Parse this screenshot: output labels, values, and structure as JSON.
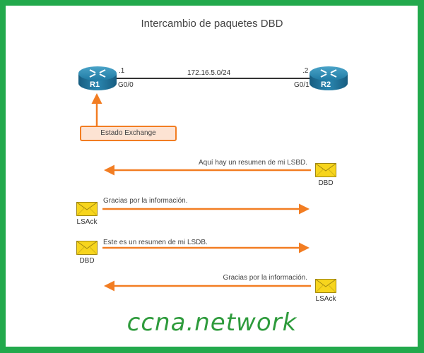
{
  "title": "Intercambio de paquetes DBD",
  "topology": {
    "r1": {
      "name": "R1",
      "ip_suffix": ".1",
      "interface": "G0/0"
    },
    "r2": {
      "name": "R2",
      "ip_suffix": ".2",
      "interface": "G0/1"
    },
    "network": "172.16.5.0/24"
  },
  "state": {
    "label": "Estado Exchange"
  },
  "messages": [
    {
      "text": "Aquí hay un resumen de mi LSBD.",
      "packet": "DBD",
      "direction": "left"
    },
    {
      "text": "Gracias por la información.",
      "packet": "LSAck",
      "direction": "right"
    },
    {
      "text": "Este es un resumen de mi LSDB.",
      "packet": "DBD",
      "direction": "right"
    },
    {
      "text": "Gracias por la información.",
      "packet": "LSAck",
      "direction": "left"
    }
  ],
  "colors": {
    "border": "#22a94c",
    "arrow": "#f27d22",
    "router": "#1b6f95",
    "envelope": "#f7d51d"
  },
  "watermark": "ccna.network"
}
